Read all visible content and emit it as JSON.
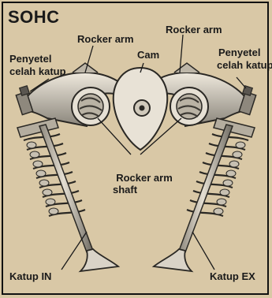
{
  "diagram": {
    "title": "SOHC",
    "labels": {
      "rocker_arm_left": "Rocker arm",
      "rocker_arm_right": "Rocker arm",
      "cam": "Cam",
      "adjuster_left_line1": "Penyetel",
      "adjuster_left_line2": "celah katup",
      "adjuster_right_line1": "Penyetel",
      "adjuster_right_line2": "celah katup",
      "shaft_line1": "Rocker arm",
      "shaft_line2": "shaft",
      "valve_in": "Katup IN",
      "valve_ex": "Katup EX"
    },
    "colors": {
      "background": "#d9c8a6",
      "ink": "#1a1a1a",
      "part_fill": "#c9c2b4",
      "part_dark": "#5a5650"
    }
  }
}
